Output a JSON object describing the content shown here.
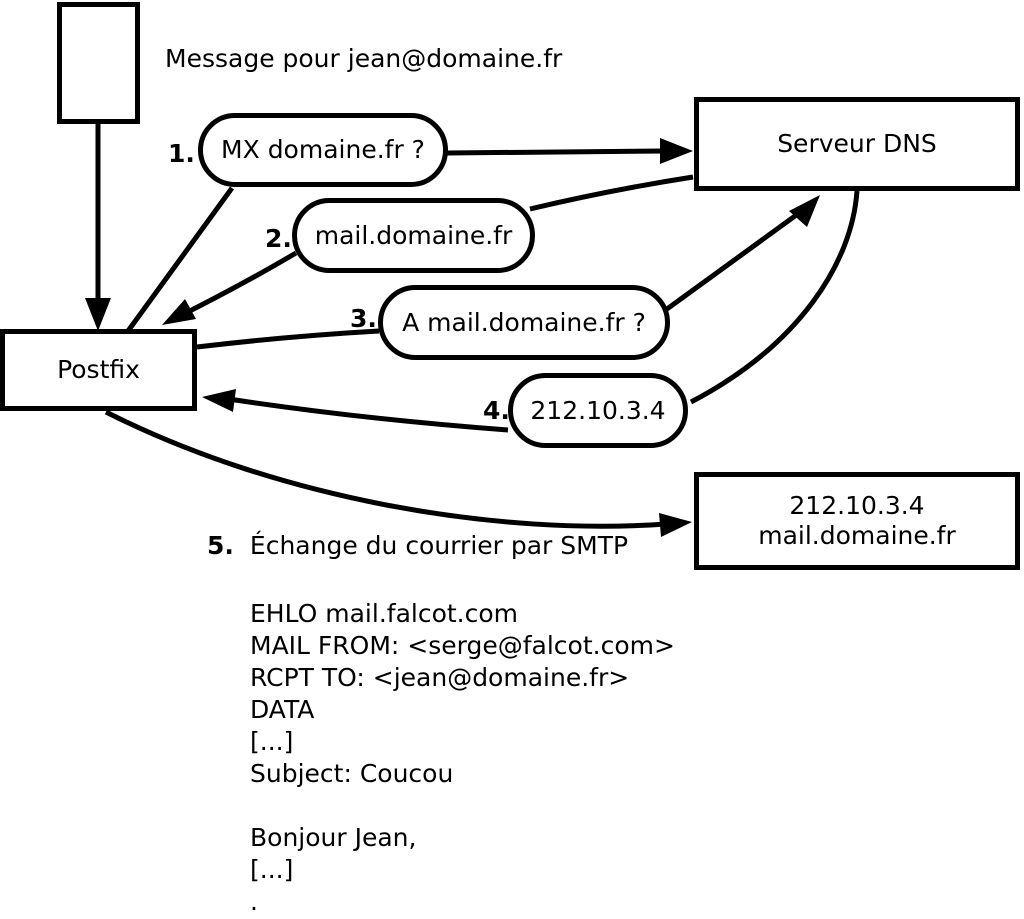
{
  "message_label": "Message pour jean@domaine.fr",
  "nodes": {
    "postfix": {
      "label": "Postfix"
    },
    "dns": {
      "label": "Serveur DNS"
    },
    "mail_server": {
      "line1": "212.10.3.4",
      "line2": "mail.domaine.fr"
    }
  },
  "steps": [
    {
      "num": "1.",
      "label": "MX domaine.fr ?"
    },
    {
      "num": "2.",
      "label": "mail.domaine.fr"
    },
    {
      "num": "3.",
      "label": "A mail.domaine.fr ?"
    },
    {
      "num": "4.",
      "label": "212.10.3.4"
    },
    {
      "num": "5.",
      "label": "Échange du courrier par SMTP"
    }
  ],
  "smtp_session": {
    "lines": [
      "EHLO mail.falcot.com",
      "MAIL FROM: <serge@falcot.com>",
      "RCPT TO: <jean@domaine.fr>",
      "DATA",
      "[...]",
      "Subject: Coucou",
      "",
      "Bonjour Jean,",
      "[...]",
      "."
    ]
  },
  "colors": {
    "ink": "#000000",
    "background": "#ffffff"
  }
}
